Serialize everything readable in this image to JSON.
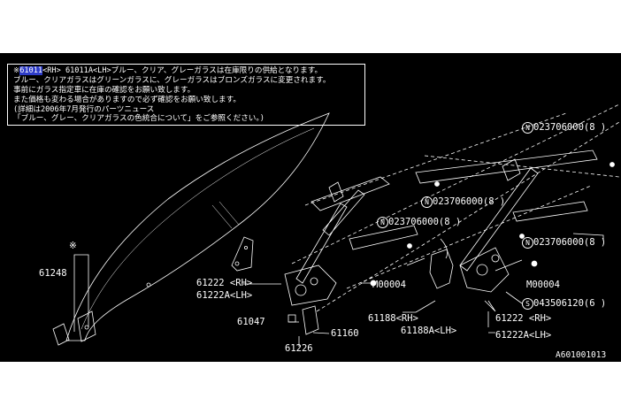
{
  "note": {
    "highlight": "61011",
    "lines": [
      "<RH> 61011A<LH>ブルー、クリア、グレーガラスは在庫限りの供給となります。",
      "ブルー、クリアガラスはグリーンガラスに、グレーガラスはブロンズガラスに変更されます。",
      "事前にガラス指定車に在庫の確認をお願い致します。",
      "また価格も変わる場合がありますので必ず確認をお願い致します。",
      "(詳細は2006年7月発行のパーツニュース",
      "「ブルー、グレー、クリアガラスの色統合について」をご参照ください。)"
    ],
    "prefix": "※"
  },
  "labels": {
    "asterisk": "※",
    "p61248": "61248",
    "p61222_rh_left": "61222 <RH>",
    "p61222a_lh_left": "61222A<LH>",
    "p61047": "61047",
    "p61226": "61226",
    "p61160": "61160",
    "m00004_a": "M00004",
    "p61188_rh": "61188<RH>",
    "p61188a_lh": "61188A<LH>",
    "p61222_rh_right": "61222 <RH>",
    "p61222a_lh_right": "61222A<LH>",
    "bolt_top": "023706000(8 )",
    "bolt_mid1": "023706000(8 )",
    "bolt_mid2": "023706000(8 )",
    "bolt_right": "023706000(8 )",
    "m00004_b": "M00004",
    "screw": "043506120(6 )",
    "n_letter": "N",
    "s_letter": "S",
    "figure_id": "A601001013"
  }
}
